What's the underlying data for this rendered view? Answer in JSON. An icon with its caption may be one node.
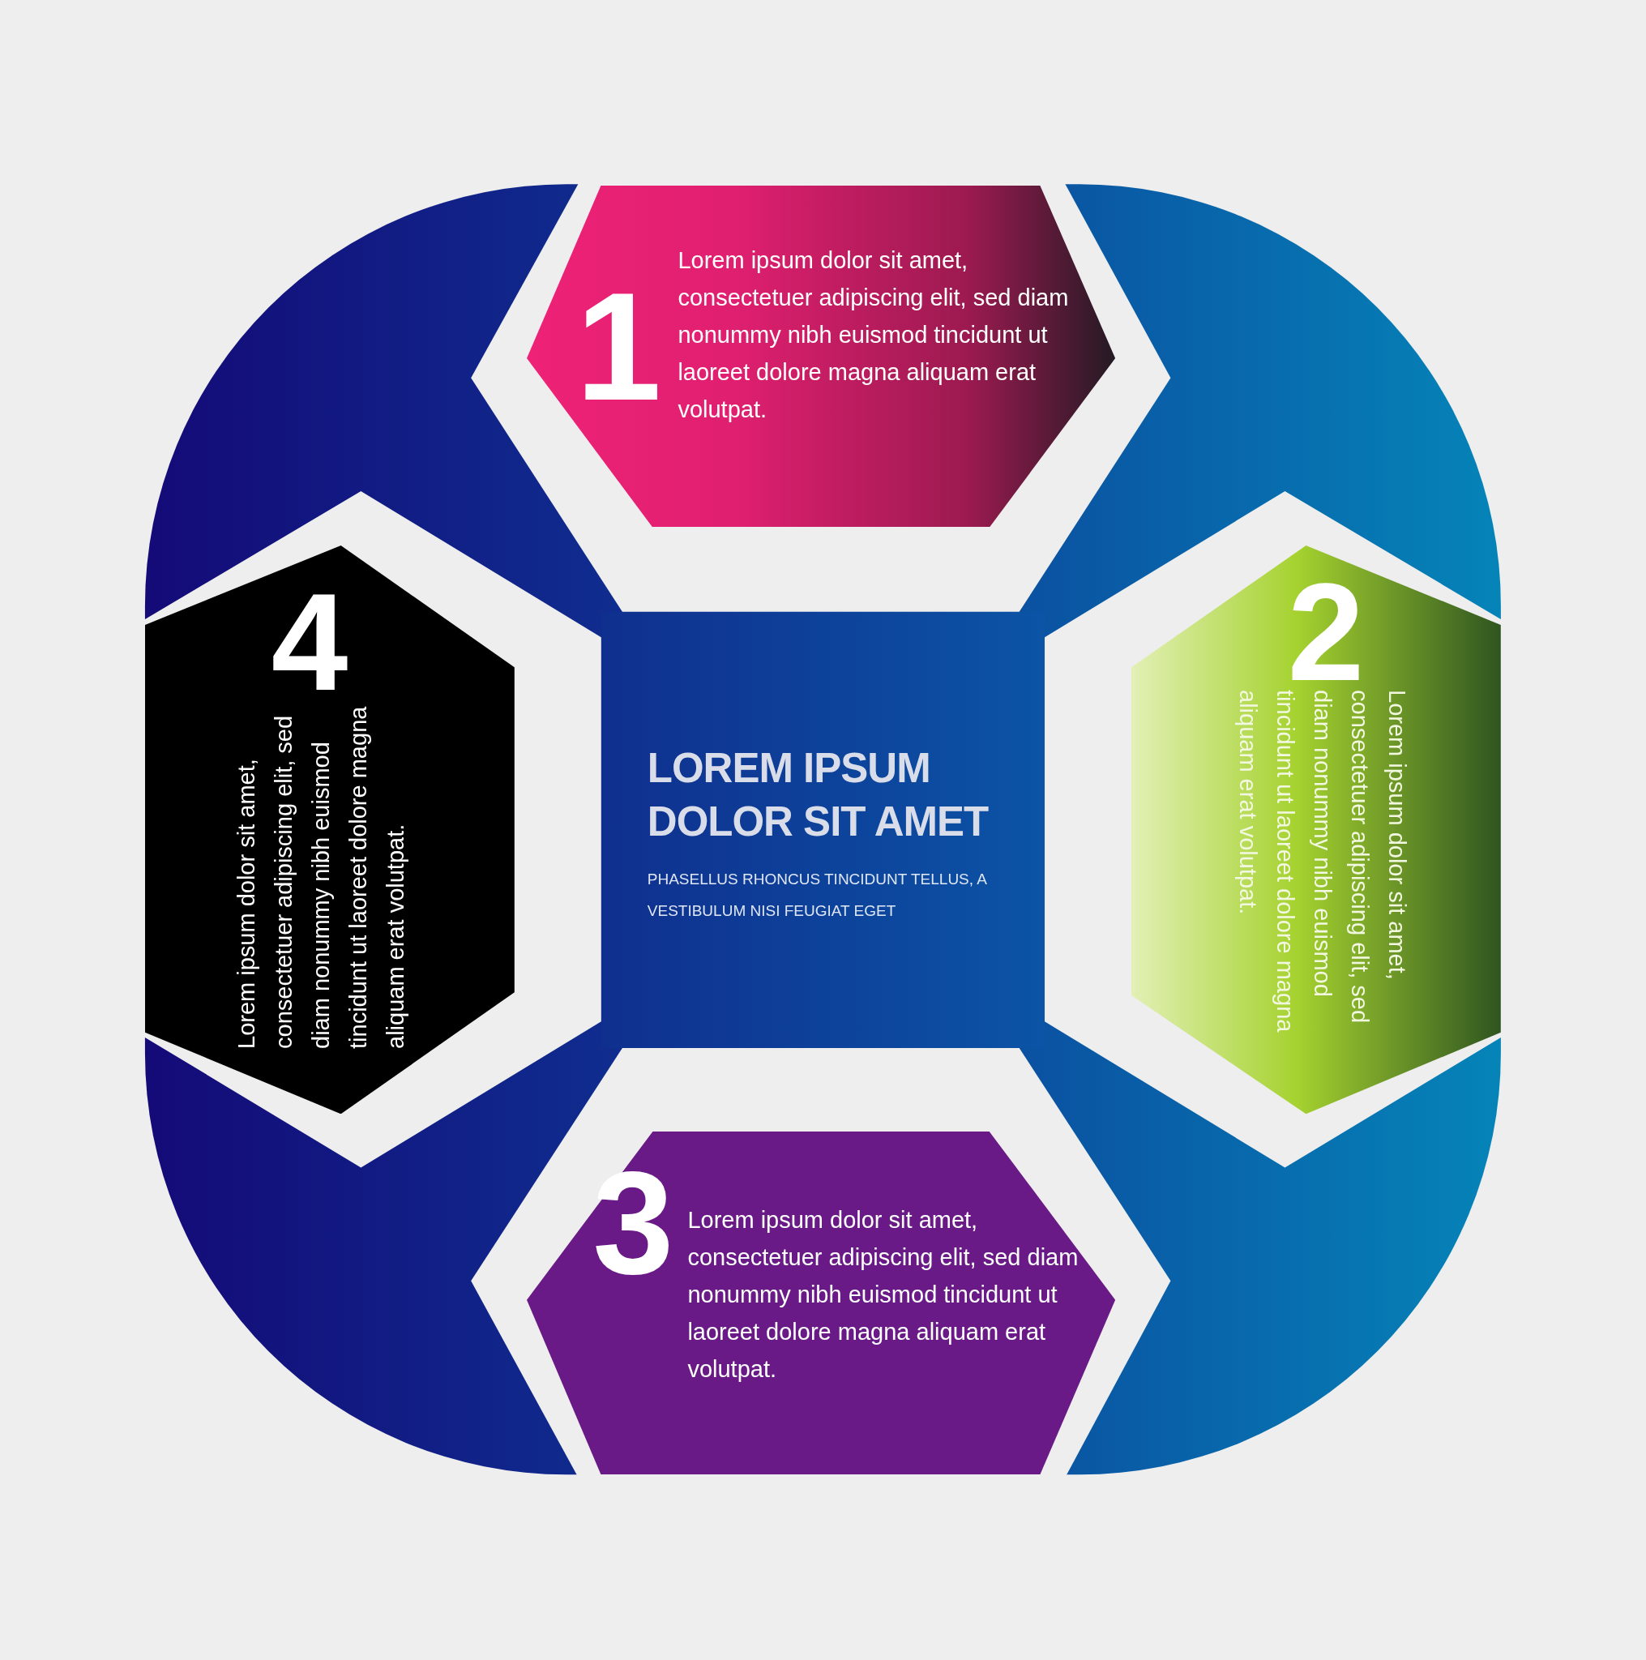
{
  "diagram": {
    "nodes": [
      {
        "text": [
          "LOREM IPSUM DOLOR SIT AMET",
          "PHASELLUS RHONCUS TINCIDUNT TELLUS, A VESTIBULUM NISI FEUGIAT EGET"
        ]
      },
      {
        "text": [
          "1",
          "Lorem ipsum dolor sit amet, consectetuer adipiscing elit, sed diam nonummy nibh euismod tincidunt ut laoreet dolore magna aliquam erat volutpat."
        ]
      },
      {
        "text": [
          "2",
          "Lorem ipsum dolor sit amet, consectetuer adipiscing elit, sed diam nonummy nibh euismod tincidunt ut laoreet dolore magna aliquam erat volutpat."
        ]
      },
      {
        "text": [
          "3",
          "Lorem ipsum dolor sit amet, consectetuer adipiscing elit, sed diam nonummy nibh euismod tincidunt ut laoreet dolore magna aliquam erat volutpat."
        ]
      },
      {
        "text": [
          "4",
          "Lorem ipsum dolor sit amet, consectetuer adipiscing elit, sed diam nonummy nibh euismod tincidunt ut laoreet dolore magna aliquam erat volutpat."
        ]
      }
    ]
  }
}
